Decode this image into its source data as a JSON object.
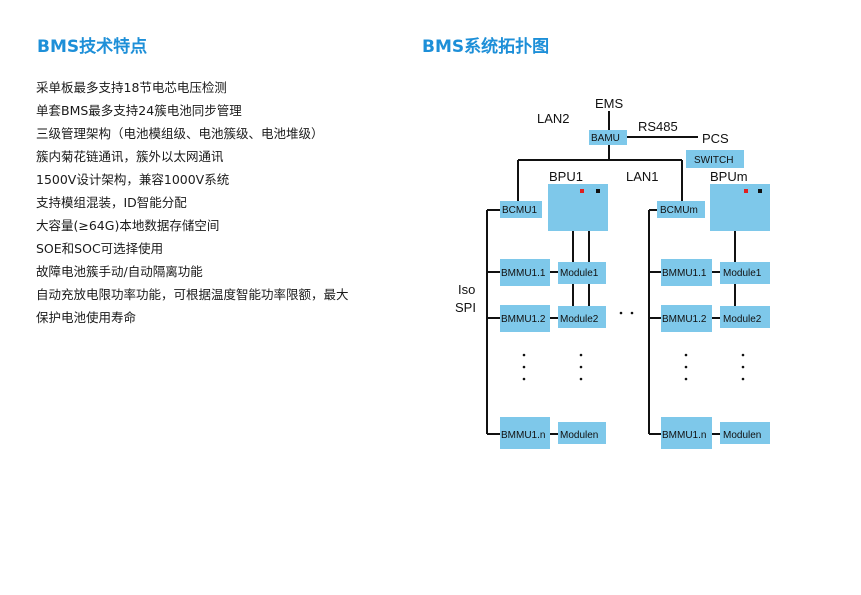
{
  "left": {
    "title": "BMS技术特点",
    "features": [
      "采单板最多支持18节电芯电压检测",
      "单套BMS最多支持24簇电池同步管理",
      "三级管理架构（电池模组级、电池簇级、电池堆级）",
      "簇内菊花链通讯，簇外以太网通讯",
      "1500V设计架构，兼容1000V系统",
      "支持模组混装，ID智能分配",
      "大容量(≥64G)本地数据存储空间",
      "SOE和SOC可选择使用",
      "故障电池簇手动/自动隔离功能",
      "自动充放电限功率功能，可根据温度智能功率限额，最大",
      "保护电池使用寿命"
    ]
  },
  "right": {
    "title": "BMS系统拓扑图"
  },
  "diagram": {
    "labels": {
      "ems": "EMS",
      "lan2": "LAN2",
      "rs485": "RS485",
      "pcs": "PCS",
      "lan1": "LAN1",
      "iso": "Iso",
      "spi": "SPI",
      "bpu1": "BPU1",
      "bpum": "BPUm"
    },
    "boxes": {
      "bamu": "BAMU",
      "switch": "SWITCH",
      "bcmu1": "BCMU1",
      "bcmum": "BCMUm",
      "c1_bmmu1": "BMMU1.1",
      "c1_bmmu2": "BMMU1.2",
      "c1_bmmun": "BMMU1.n",
      "c1_mod1": "Module1",
      "c1_mod2": "Module2",
      "c1_modn": "Modulen",
      "cm_bmmu1": "BMMU1.1",
      "cm_bmmu2": "BMMU1.2",
      "cm_bmmun": "BMMU1.n",
      "cm_mod1": "Module1",
      "cm_mod2": "Module2",
      "cm_modn": "Modulen"
    },
    "colors": {
      "box": "#7ec8ea",
      "line": "#111111",
      "led_red": "#e02020",
      "led_black": "#111111",
      "title": "#1d8fd8"
    }
  }
}
